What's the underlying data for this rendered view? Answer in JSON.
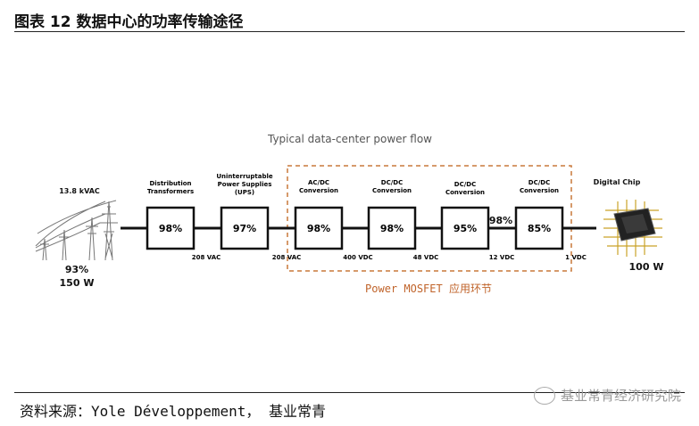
{
  "header": {
    "title": "图表 12 数据中心的功率传输途径"
  },
  "diagram": {
    "subtitle": "Typical data-center power flow",
    "grid_voltage": "13.8 kVAC",
    "input_efficiency": "93%",
    "input_power": "150 W",
    "stages": [
      {
        "label_lines": [
          "Distribution",
          "Transformers"
        ],
        "efficiency": "98%"
      },
      {
        "label_lines": [
          "Uninterruptable",
          "Power Supplies",
          "(UPS)"
        ],
        "efficiency": "97%"
      },
      {
        "label_lines": [
          "AC/DC",
          "Conversion"
        ],
        "efficiency": "98%"
      },
      {
        "label_lines": [
          "DC/DC",
          "Conversion"
        ],
        "efficiency": "98%"
      },
      {
        "label_lines": [
          "DC/DC",
          "Conversion"
        ],
        "efficiency": "95%"
      },
      {
        "label_lines": [
          "DC/DC",
          "Conversion"
        ],
        "efficiency": "85%"
      }
    ],
    "between_efficiency": "98%",
    "voltages": [
      "208 VAC",
      "208 VAC",
      "400 VDC",
      "48 VDC",
      "12 VDC",
      "1 VDC"
    ],
    "chip_label": "Digital Chip",
    "output_power": "100 W",
    "mosfet_caption": "Power MOSFET 应用环节",
    "colors": {
      "mosfet_border": "#c8783a",
      "mosfet_text": "#c0632a"
    }
  },
  "footer": {
    "source": "资料来源：Yole Développement， 基业常青",
    "watermark": "基业常青经济研究院"
  }
}
